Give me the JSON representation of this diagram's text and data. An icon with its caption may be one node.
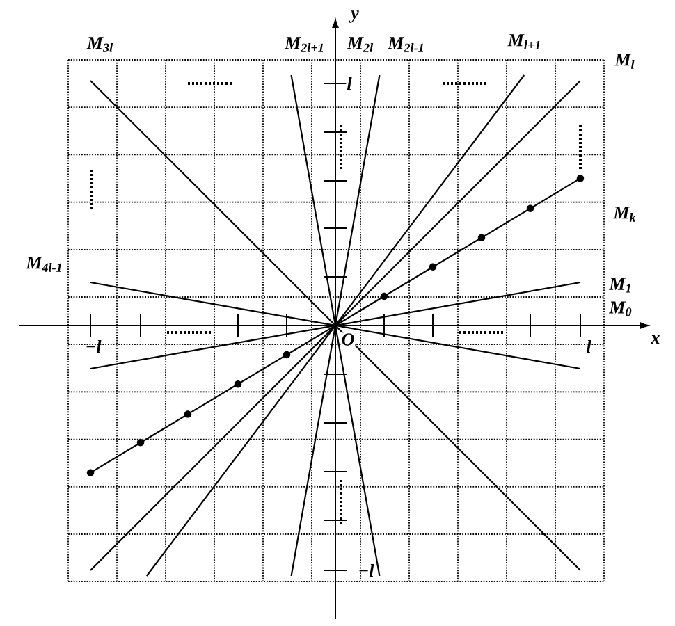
{
  "diagram": {
    "labels": [
      "M$_{3l}$",
      "M$_{2l+1}$",
      "M$_{2l}$",
      "M$_{2l-1}$",
      "M$_{l+1}$",
      "M$_{l}$",
      "y",
      "l",
      "M$_{k}$",
      "M$_{4l-1}$",
      "M$_{1}$",
      "M$_{0}$",
      "−l",
      "O",
      "l",
      "x",
      "−l"
    ]
  }
}
